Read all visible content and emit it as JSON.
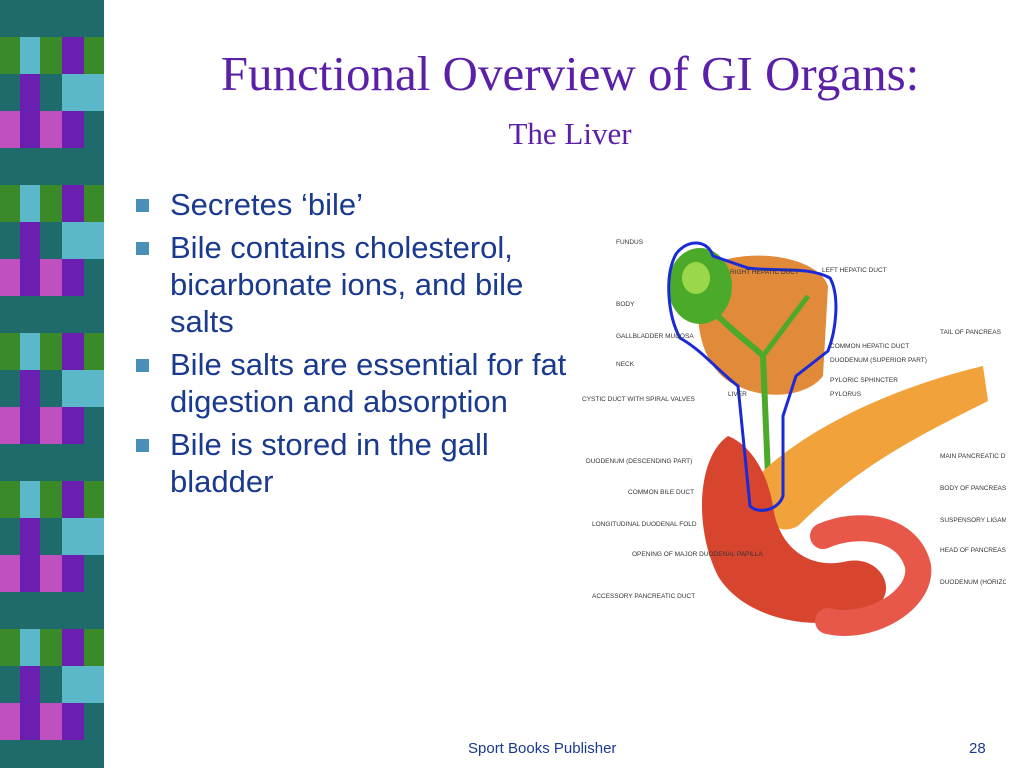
{
  "slide": {
    "title": "Functional Overview of GI Organs:",
    "subtitle": "The Liver",
    "bullets": [
      "Secretes ‘bile’",
      "Bile contains cholesterol, bicarbonate ions, and bile salts",
      "Bile salts are essential for fat digestion and absorption",
      "Bile is stored in the gall bladder"
    ],
    "footer": "Sport Books Publisher",
    "page_number": "28"
  },
  "figure": {
    "labels_left": [
      "FUNDUS",
      "BODY",
      "GALLBLADDER MUCOSA",
      "NECK",
      "CYSTIC DUCT WITH SPIRAL VALVES",
      "LIVER",
      "DUODENUM (DESCENDING PART)",
      "COMMON BILE DUCT",
      "LONGITUDINAL DUODENAL FOLD",
      "OPENING OF MAJOR DUODENAL PAPILLA",
      "ACCESSORY PANCREATIC DUCT"
    ],
    "labels_right": [
      "RIGHT HEPATIC DUCT",
      "LEFT HEPATIC DUCT",
      "COMMON HEPATIC DUCT",
      "DUODENUM (SUPERIOR PART)",
      "PYLORIC SPHINCTER",
      "PYLORUS",
      "TAIL OF PANCREAS",
      "MAIN PANCREATIC DUCT",
      "BODY OF PANCREAS",
      "SUSPENSORY LIGAMENT",
      "HEAD OF PANCREAS",
      "DUODENUM (HORIZONTAL PART)"
    ]
  },
  "colors": {
    "title": "#5b1fa8",
    "text": "#1a3a8f",
    "bullet_marker": "#4a8fb8",
    "stripe_teal": "#1f6b6b",
    "stripe_purple": "#6a1fb0",
    "stripe_magenta": "#c04fc0",
    "stripe_green": "#3a8a2a",
    "stripe_cyan": "#5ab8c8",
    "outline": "#1a2ad8"
  }
}
